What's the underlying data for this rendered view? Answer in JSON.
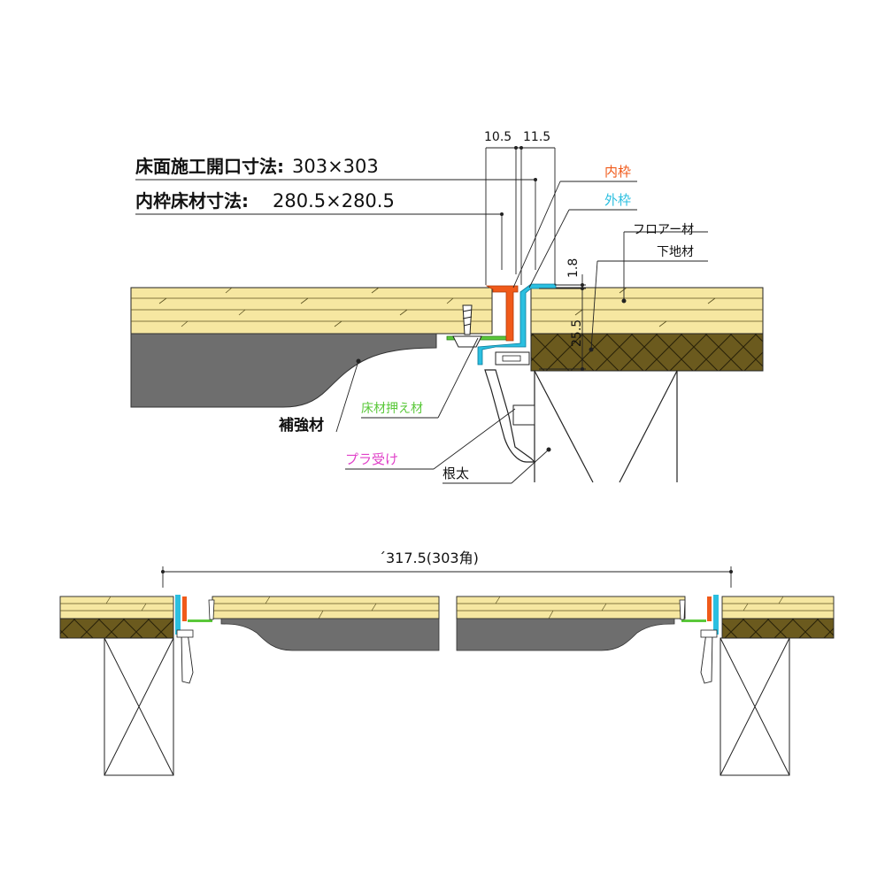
{
  "spec": {
    "opening_label": "床面施工開口寸法:",
    "opening_value": "303×303",
    "inner_label": "内枠床材寸法:",
    "inner_value": "280.5×280.5"
  },
  "dimensions": {
    "top_left": "10.5",
    "top_right": "11.5",
    "thickness_top": "1.8",
    "thickness_main": "25.5",
    "overall": "´317.5(303角)"
  },
  "callouts": {
    "inner_frame": "内枠",
    "outer_frame": "外枠",
    "flooring": "フロアー材",
    "subfloor": "下地材",
    "reinforcement": "補強材",
    "floor_retainer": "床材押え材",
    "plastic_support": "プラ受け",
    "joist": "根太"
  },
  "colors": {
    "wood": "#f6e7a1",
    "wood_grain": "#5a5020",
    "subfloor": "#6b5a1e",
    "reinforcement": "#6e6e6e",
    "inner_frame": "#f05a1a",
    "outer_frame": "#2bbfe0",
    "retainer": "#5ac83a",
    "plastic": "#e040c8"
  }
}
